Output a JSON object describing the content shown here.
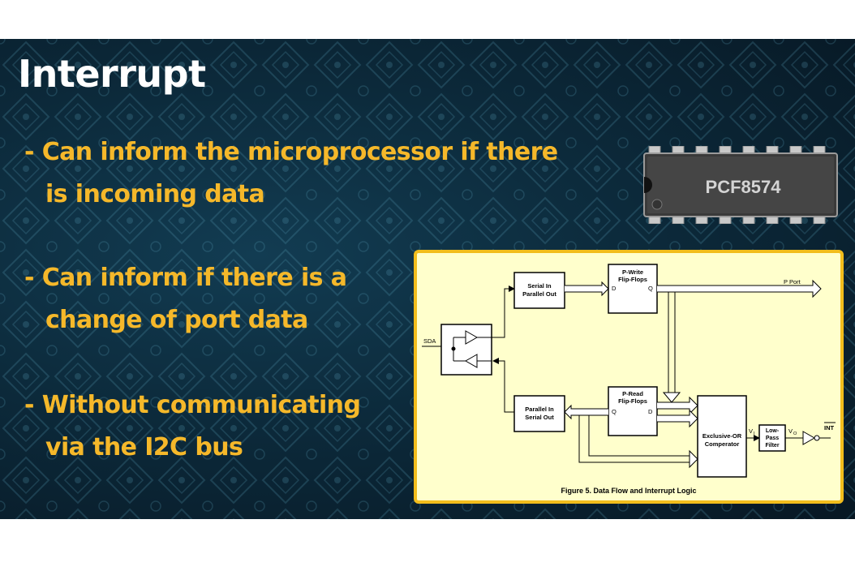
{
  "slide": {
    "title": "Interrupt",
    "bullets": [
      {
        "line1": "- Can inform the microprocessor if there",
        "line2": "is incoming data"
      },
      {
        "line1": "- Can inform if there is a",
        "line2": "change of port data"
      },
      {
        "line1": "- Without communicating",
        "line2": "via the I2C bus"
      }
    ]
  },
  "chip": {
    "label": "PCF8574"
  },
  "diagram": {
    "caption": "Figure 5.  Data Flow and Interrupt Logic",
    "sipo": {
      "line1": "Serial In",
      "line2": "Parallel Out"
    },
    "piso": {
      "line1": "Parallel In",
      "line2": "Serial Out"
    },
    "pwrite": {
      "line1": "P-Write",
      "line2": "Flip-Flops",
      "d": "D",
      "q": "Q"
    },
    "pread": {
      "line1": "P-Read",
      "line2": "Flip-Flops",
      "q": "Q",
      "d": "D"
    },
    "xor": {
      "line1": "Exclusive-OR",
      "line2": "Comperator"
    },
    "lpf": {
      "line1": "Low-",
      "line2": "Pass",
      "line3": "Filter"
    },
    "sda": "SDA",
    "pport": "P Port",
    "vi": "V",
    "vi_sub": "I",
    "vo": "V",
    "vo_sub": "O",
    "int": "INT"
  },
  "colors": {
    "accent": "#f5b82a",
    "title": "#ffffff",
    "frame": "#f2bd1c",
    "figure_bg": "#ffffcc",
    "slide_bg": "#0c2a3b"
  }
}
